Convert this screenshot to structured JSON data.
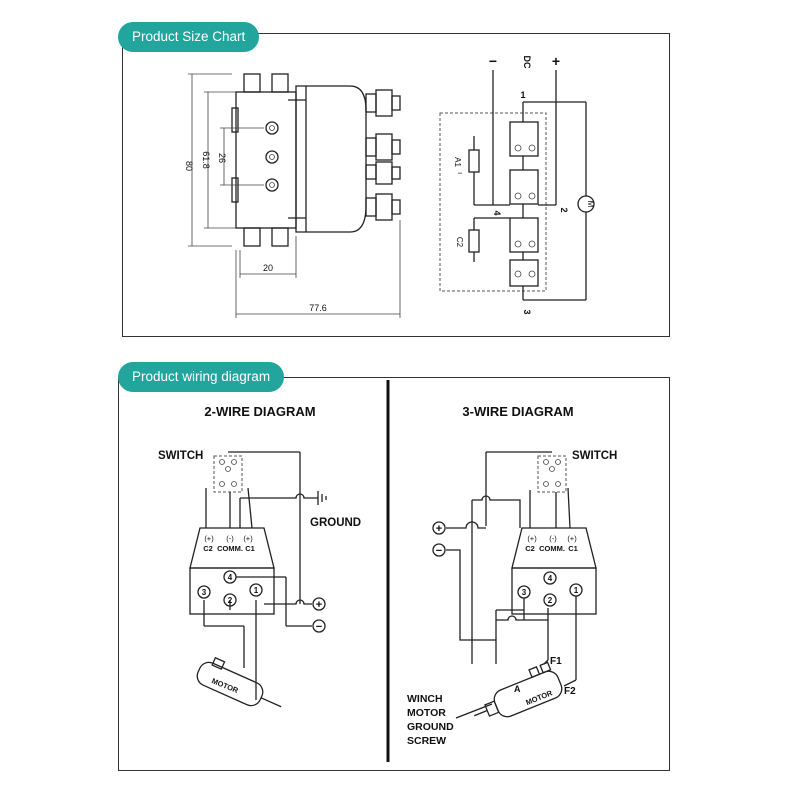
{
  "accent_color": "#21a59c",
  "size_chart": {
    "title": "Product Size Chart",
    "dims": {
      "height": "80",
      "inner": "61.8",
      "spacing": "26",
      "depth": "20",
      "length": "77.6"
    },
    "schematic": {
      "minus": "−",
      "dc": "DC",
      "plus": "+",
      "t1": "1",
      "t2": "2",
      "t3": "3",
      "t4": "4",
      "a1": "A1",
      "a1_sign": "−",
      "c2": "C2",
      "m": "M"
    }
  },
  "wiring": {
    "title": "Product wiring diagram",
    "two_wire": {
      "heading": "2-WIRE DIAGRAM",
      "switch": "SWITCH",
      "ground": "GROUND",
      "c2": "C2",
      "comm": "COMM.",
      "c1": "C1",
      "p_plus": "(+)",
      "p_minus": "(-)",
      "n1": "1",
      "n2": "2",
      "n3": "3",
      "n4": "4",
      "motor": "MOTOR",
      "plus": "+",
      "minus": "−"
    },
    "three_wire": {
      "heading": "3-WIRE DIAGRAM",
      "switch": "SWITCH",
      "c2": "C2",
      "comm": "COMM.",
      "c1": "C1",
      "p_plus": "(+)",
      "p_minus": "(-)",
      "n1": "1",
      "n2": "2",
      "n3": "3",
      "n4": "4",
      "motor": "MOTOR",
      "plus": "+",
      "minus": "−",
      "f1": "F1",
      "f2": "F2",
      "a": "A",
      "ground_screw": [
        "WINCH",
        "MOTOR",
        "GROUND",
        "SCREW"
      ]
    }
  }
}
